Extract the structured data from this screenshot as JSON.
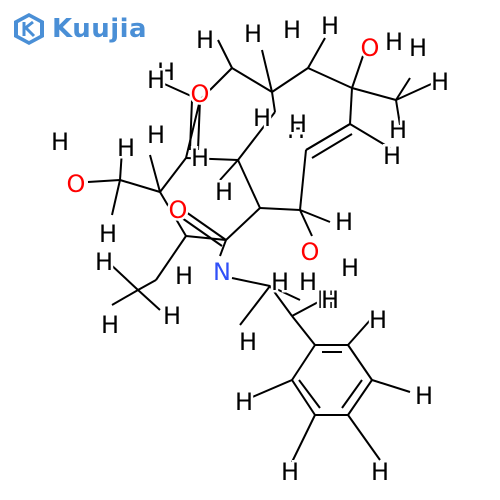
{
  "brand": {
    "name": "Kuujia",
    "color": "#4a8fd6"
  },
  "molecule": {
    "bond_color": "#000000",
    "colors": {
      "H": "#000000",
      "O": "#ff0000",
      "N": "#3050f8"
    },
    "atom_labels": [
      "H",
      "H",
      "H",
      "H",
      "H",
      "O",
      "H",
      "H",
      "H",
      "O",
      "H",
      "H",
      "H",
      "H",
      "H",
      "H",
      "H",
      "H",
      "O",
      "H",
      "H",
      "H",
      "O",
      "H",
      "H",
      "H",
      "O",
      "H",
      "N",
      "H",
      "H",
      "H",
      "H",
      "H",
      "H",
      "H",
      "H",
      "H",
      "H",
      "H",
      "H",
      "H",
      "H"
    ]
  }
}
